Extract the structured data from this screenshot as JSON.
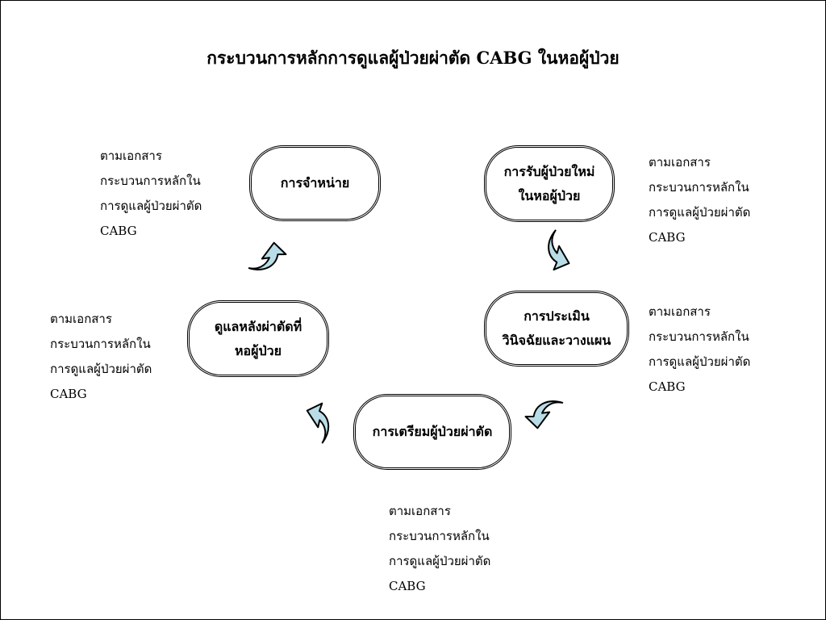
{
  "title": "กระบวนการหลักการดูแลผู้ป่วยผ่าตัด CABG ในหอผู้ป่วย",
  "colors": {
    "arrow_fill": "#b9dde6",
    "border": "#000000"
  },
  "nodes": {
    "discharge": {
      "lines": [
        "การจำหน่าย"
      ]
    },
    "admission": {
      "lines": [
        "การรับผู้ป่วยใหม่",
        "ในหอผู้ป่วย"
      ]
    },
    "assessment": {
      "lines": [
        "การประเมิน",
        "วินิจฉัยและวางแผน"
      ]
    },
    "preparation": {
      "lines": [
        "การเตรียมผู้ป่วยผ่าตัด"
      ]
    },
    "postop": {
      "lines": [
        "ดูแลหลังผ่าตัดที่",
        "หอผู้ป่วย"
      ]
    }
  },
  "notes": {
    "discharge": [
      "ตามเอกสาร",
      "กระบวนการหลักใน",
      "การดูแลผู้ป่วยผ่าตัด",
      "CABG"
    ],
    "admission": [
      "ตามเอกสาร",
      "กระบวนการหลักใน",
      "การดูแลผู้ป่วยผ่าตัด",
      "CABG"
    ],
    "assessment": [
      "ตามเอกสาร",
      "กระบวนการหลักใน",
      "การดูแลผู้ป่วยผ่าตัด",
      "CABG"
    ],
    "postop": [
      "ตามเอกสาร",
      "กระบวนการหลักใน",
      "การดูแลผู้ป่วยผ่าตัด",
      "CABG"
    ],
    "preparation": [
      "ตามเอกสาร",
      "กระบวนการหลักใน",
      "การดูแลผู้ป่วยผ่าตัด",
      "CABG"
    ]
  },
  "arrows": [
    {
      "icon": "curved-arrow-icon",
      "from": "admission",
      "to": "assessment"
    },
    {
      "icon": "curved-arrow-icon",
      "from": "assessment",
      "to": "preparation"
    },
    {
      "icon": "curved-arrow-icon",
      "from": "preparation",
      "to": "postop"
    },
    {
      "icon": "curved-arrow-icon",
      "from": "postop",
      "to": "discharge"
    }
  ]
}
